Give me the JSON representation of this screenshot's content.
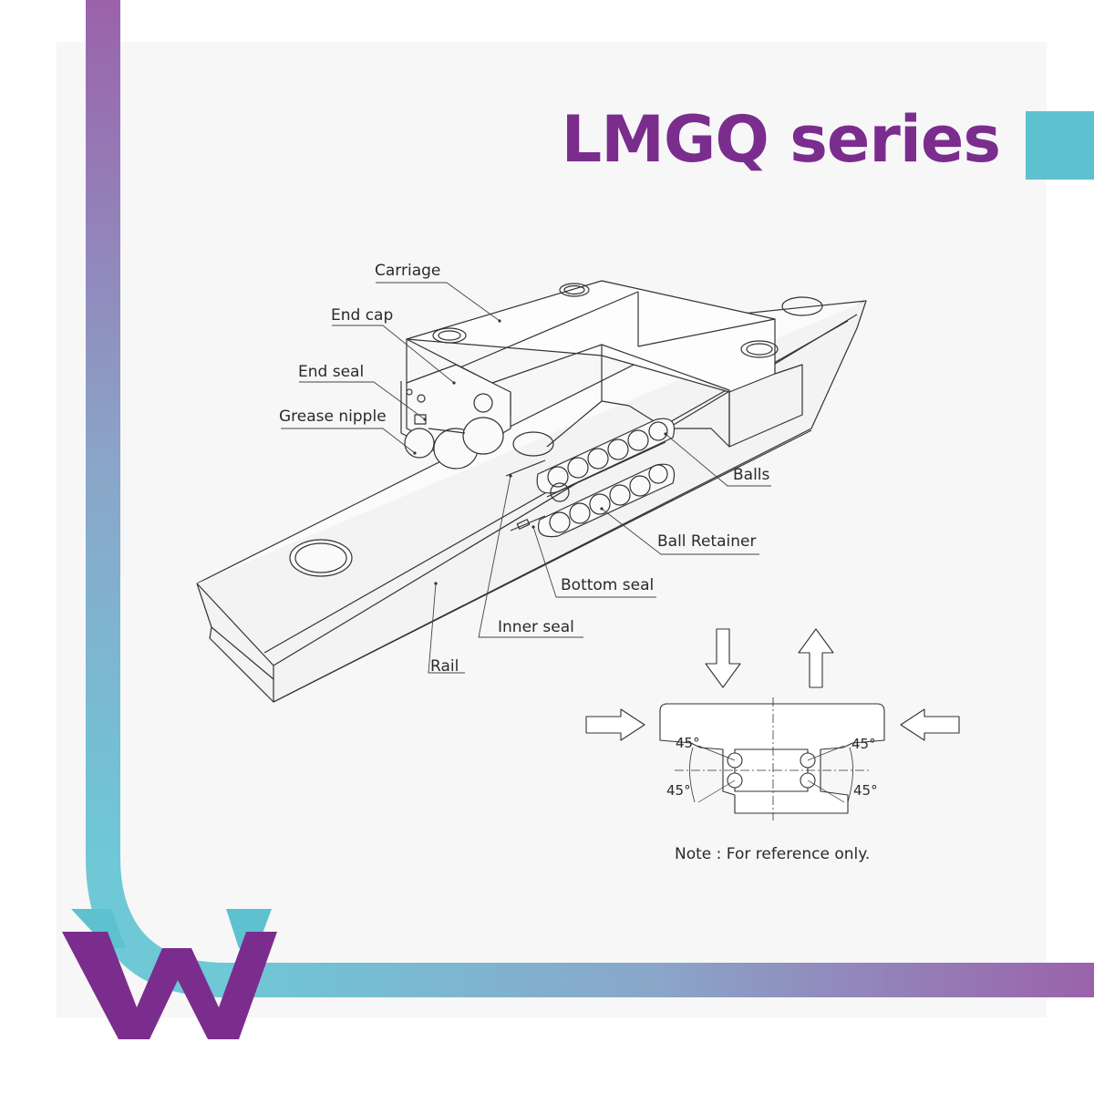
{
  "header": {
    "title": "LMGQ series"
  },
  "labels": {
    "carriage": "Carriage",
    "end_cap": "End cap",
    "end_seal": "End seal",
    "grease_nipple": "Grease nipple",
    "balls": "Balls",
    "ball_retainer": "Ball Retainer",
    "bottom_seal": "Bottom seal",
    "inner_seal": "Inner seal",
    "rail": "Rail"
  },
  "cross_section": {
    "angle_top_left": "45°",
    "angle_bottom_left": "45°",
    "angle_top_right": "45°",
    "angle_bottom_right": "45°"
  },
  "note": "Note : For reference only.",
  "colors": {
    "brand_purple": "#7b2d8e",
    "brand_teal": "#5ec1cf",
    "gradient_purple": "#9b6aad",
    "line": "#333333"
  },
  "icons": {
    "logo": "w-logo",
    "load_arrows": "load-direction-arrows"
  }
}
